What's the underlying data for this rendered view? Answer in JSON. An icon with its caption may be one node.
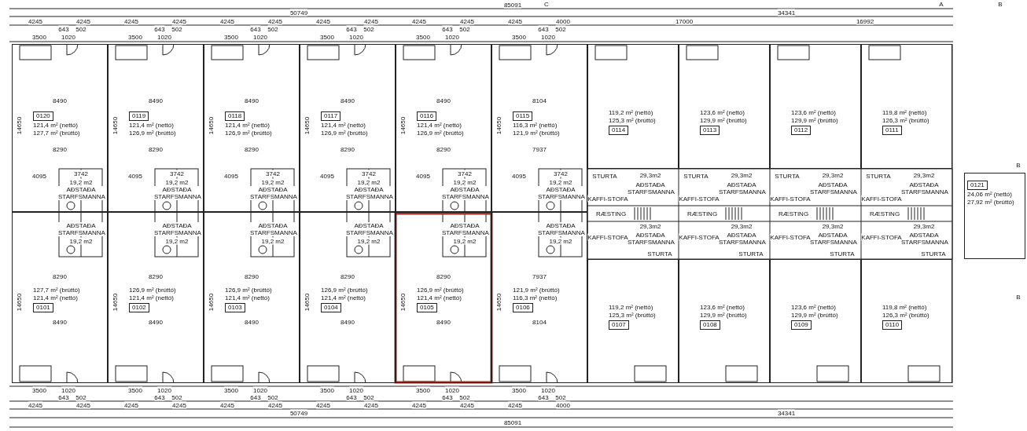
{
  "diagram": {
    "nodes": [
      {
        "text": [
          "0120",
          "121,4 m² (nettó)",
          "127,7 m² (brúttó)"
        ]
      },
      {
        "text": [
          "0119",
          "121,4 m² (nettó)",
          "126,9 m² (brúttó)"
        ]
      },
      {
        "text": [
          "0118",
          "121,4 m² (nettó)",
          "126,9 m² (brúttó)"
        ]
      },
      {
        "text": [
          "0117",
          "121,4 m² (nettó)",
          "126,9 m² (brúttó)"
        ]
      },
      {
        "text": [
          "0116",
          "121,4 m² (nettó)",
          "126,9 m² (brúttó)"
        ]
      },
      {
        "text": [
          "0115",
          "116,3 m² (nettó)",
          "121,9 m² (brúttó)"
        ]
      },
      {
        "text": [
          "119,2 m² (nettó)",
          "125,3 m² (brúttó)",
          "0114"
        ]
      },
      {
        "text": [
          "123,6 m² (nettó)",
          "129,9 m² (brúttó)",
          "0113"
        ]
      },
      {
        "text": [
          "123,6 m² (nettó)",
          "129,9 m² (brúttó)",
          "0112"
        ]
      },
      {
        "text": [
          "119,8 m² (nettó)",
          "126,3 m² (brúttó)",
          "0111"
        ]
      },
      {
        "text": [
          "0121",
          "24,06 m² (nettó)",
          "27,92 m² (brúttó)"
        ]
      },
      {
        "text": [
          "127,7 m² (brúttó)",
          "121,4 m² (nettó)",
          "0101"
        ]
      },
      {
        "text": [
          "126,9 m² (brúttó)",
          "121,4 m² (nettó)",
          "0102"
        ]
      },
      {
        "text": [
          "126,9 m² (brúttó)",
          "121,4 m² (nettó)",
          "0103"
        ]
      },
      {
        "text": [
          "126,9 m² (brúttó)",
          "121,4 m² (nettó)",
          "0104"
        ]
      },
      {
        "text": [
          "126,9 m² (brúttó)",
          "121,4 m² (nettó)",
          "0105"
        ]
      },
      {
        "text": [
          "121,9 m² (brúttó)",
          "116,3 m² (nettó)",
          "0106"
        ]
      },
      {
        "text": [
          "119,2 m² (nettó)",
          "125,3 m² (brúttó)",
          "0107"
        ]
      },
      {
        "text": [
          "123,6 m² (nettó)",
          "129,9 m² (brúttó)",
          "0108"
        ]
      },
      {
        "text": [
          "123,6 m² (nettó)",
          "129,9 m² (brúttó)",
          "0109"
        ]
      },
      {
        "text": [
          "119,8 m² (nettó)",
          "126,3 m² (brúttó)",
          "0110"
        ]
      }
    ],
    "labels": [
      "85091",
      "50749",
      "34341",
      "4245",
      "4245",
      "4245",
      "4245",
      "4245",
      "4245",
      "4245",
      "4245",
      "4245",
      "4245",
      "4245",
      "4000",
      "17000",
      "16992",
      "3500",
      "643",
      "1020",
      "502",
      "3500",
      "643",
      "1020",
      "502",
      "3500",
      "643",
      "1020",
      "502",
      "3500",
      "643",
      "1020",
      "502",
      "3500",
      "643",
      "1020",
      "502",
      "3500",
      "643",
      "1020",
      "502",
      "8490",
      "14650",
      "8290",
      "8490",
      "14650",
      "8290",
      "8490",
      "14650",
      "8290",
      "8490",
      "14650",
      "8290",
      "8490",
      "14650",
      "8290",
      "8104",
      "14650",
      "7937",
      "4095",
      "3742",
      "19,2 m2",
      "AÐSTAÐA STARFSMANNA",
      "AÐSTAÐA STARFSMANNA",
      "19,2 m2",
      "4095",
      "3742",
      "19,2 m2",
      "AÐSTAÐA STARFSMANNA",
      "AÐSTAÐA STARFSMANNA",
      "19,2 m2",
      "4095",
      "3742",
      "19,2 m2",
      "AÐSTAÐA STARFSMANNA",
      "AÐSTAÐA STARFSMANNA",
      "19,2 m2",
      "4095",
      "3742",
      "19,2 m2",
      "AÐSTAÐA STARFSMANNA",
      "AÐSTAÐA STARFSMANNA",
      "19,2 m2",
      "4095",
      "3742",
      "19,2 m2",
      "AÐSTAÐA STARFSMANNA",
      "AÐSTAÐA STARFSMANNA",
      "19,2 m2",
      "4095",
      "3742",
      "19,2 m2",
      "AÐSTAÐA STARFSMANNA",
      "AÐSTAÐA STARFSMANNA",
      "19,2 m2",
      "STURTA",
      "29,3m2",
      "AÐSTAÐA STARFSMANNA",
      "KAFFI-STOFA",
      "RÆSTING",
      "29,3m2",
      "AÐSTAÐA STARFSMANNA",
      "KAFFI-STOFA",
      "STURTA",
      "STURTA",
      "29,3m2",
      "AÐSTAÐA STARFSMANNA",
      "KAFFI-STOFA",
      "RÆSTING",
      "29,3m2",
      "AÐSTAÐA STARFSMANNA",
      "KAFFI-STOFA",
      "STURTA",
      "STURTA",
      "29,3m2",
      "AÐSTAÐA STARFSMANNA",
      "KAFFI-STOFA",
      "RÆSTING",
      "29,3m2",
      "AÐSTAÐA STARFSMANNA",
      "KAFFI-STOFA",
      "STURTA",
      "STURTA",
      "29,3m2",
      "AÐSTAÐA STARFSMANNA",
      "KAFFI-STOFA",
      "RÆSTING",
      "29,3m2",
      "AÐSTAÐA STARFSMANNA",
      "KAFFI-STOFA",
      "STURTA",
      "8290",
      "14650",
      "8490",
      "8290",
      "14650",
      "8490",
      "8290",
      "14650",
      "8490",
      "8290",
      "14650",
      "8490",
      "8290",
      "14650",
      "8490",
      "7937",
      "14650",
      "8104",
      "3500",
      "643",
      "1020",
      "502",
      "3500",
      "643",
      "1020",
      "502",
      "3500",
      "643",
      "1020",
      "502",
      "3500",
      "643",
      "1020",
      "502",
      "3500",
      "643",
      "1020",
      "502",
      "3500",
      "643",
      "1020",
      "502",
      "4245",
      "4245",
      "4245",
      "4245",
      "4245",
      "4245",
      "4245",
      "4245",
      "4245",
      "4245",
      "4245",
      "4000",
      "50749",
      "34341",
      "85091",
      "C",
      "A",
      "B",
      "B",
      "B"
    ]
  }
}
